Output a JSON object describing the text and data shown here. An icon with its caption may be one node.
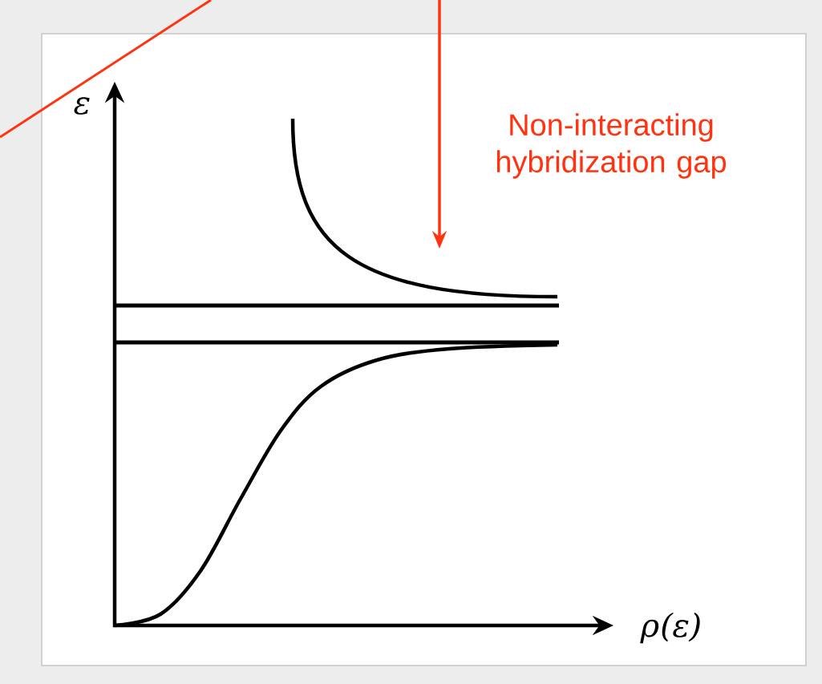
{
  "diagram": {
    "labels": [
      "ε",
      "Non-interacting hybridization gap",
      "ρ(ε)"
    ]
  }
}
